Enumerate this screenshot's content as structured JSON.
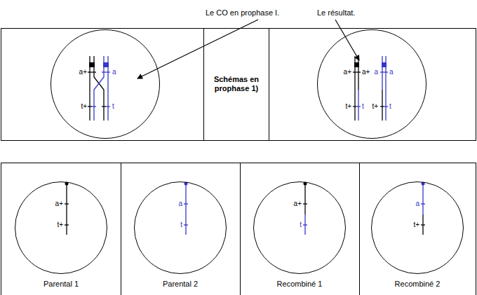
{
  "diagram": {
    "nodes": [
      {
        "text": [
          "a+",
          "a",
          "t+",
          "t"
        ]
      },
      {
        "text": [
          "Schémas en prophase 1)"
        ]
      },
      {
        "text": [
          "a+",
          "a+",
          "a",
          "a",
          "t+",
          "t",
          "t+",
          "t"
        ]
      },
      {
        "text": [
          "Parental 1"
        ]
      },
      {
        "text": [
          "a+",
          "t+"
        ],
        "in": 3
      },
      {
        "text": [
          "Parental 2"
        ]
      },
      {
        "text": [
          "a",
          "t"
        ],
        "in": 5
      },
      {
        "text": [
          "Recombiné 1"
        ]
      },
      {
        "text": [
          "a+",
          "t"
        ],
        "in": 7
      },
      {
        "text": [
          "Recombiné 2"
        ]
      },
      {
        "text": [
          "a",
          "t+"
        ],
        "in": 9
      }
    ],
    "labels": [
      "Le CO en prophase I.",
      "Le résultat."
    ]
  }
}
